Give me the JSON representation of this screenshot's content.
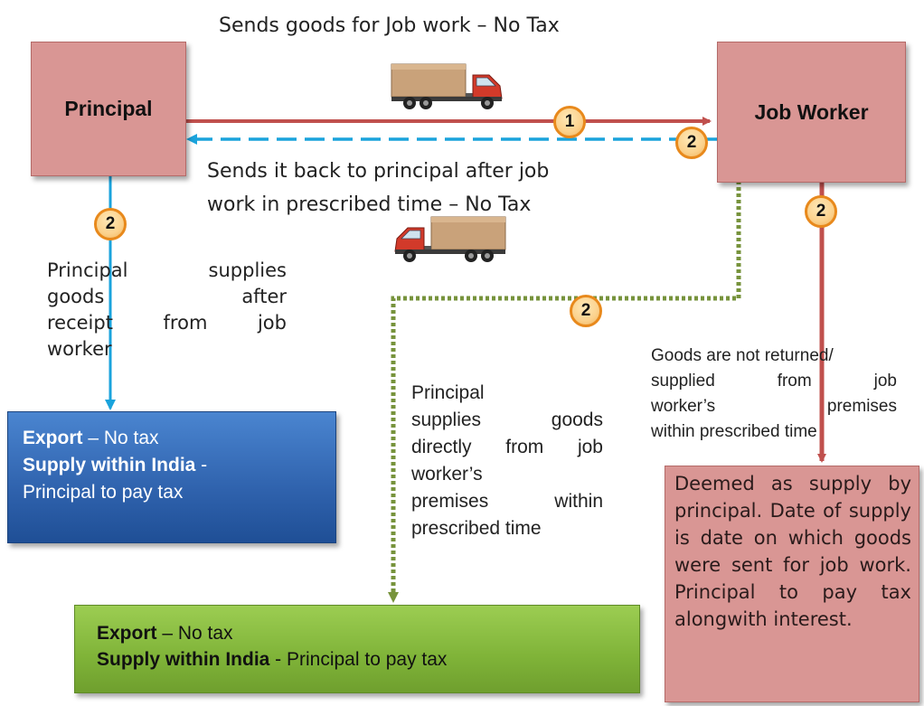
{
  "nodes": {
    "principal": "Principal",
    "job_worker": "Job Worker"
  },
  "labels": {
    "top_send": "Sends goods for Job work – No Tax",
    "send_back": [
      "Sends it back to principal after job",
      "work in prescribed time – No Tax"
    ]
  },
  "badges": {
    "b1": "1",
    "b2_return": "2",
    "b2_left": "2",
    "b2_right": "2",
    "b2_middle": "2"
  },
  "left_text": [
    "Principal supplies",
    "goods after",
    "receipt from job",
    "worker"
  ],
  "middle_text": [
    "Principal",
    "supplies goods",
    "directly from job",
    "worker’s",
    "premises within",
    "prescribed time"
  ],
  "right_text": [
    "Goods are not returned/",
    "supplied from job",
    "worker’s premises",
    "within prescribed time"
  ],
  "blue_box": {
    "line1_bold": "Export",
    "line1_rest": " – No tax",
    "line2_bold": "Supply within India",
    "line2_rest": " -",
    "line3": "Principal to pay tax"
  },
  "green_box": {
    "line1_bold": "Export",
    "line1_rest": " – No tax",
    "line2_bold": "Supply within India",
    "line2_rest": " - Principal to pay tax"
  },
  "red_box": "Deemed as supply by principal. Date of supply is date on which goods were sent for job work. Principal to pay tax alongwith interest.",
  "colors": {
    "node_fill": "#d99694",
    "red_arrow": "#c0504d",
    "blue_dashed_arrow": "#1aa3dc",
    "green_dotted_arrow": "#77933c",
    "badge_border": "#e8891c",
    "blue_box": "#2f62ad",
    "green_box": "#7fb338"
  },
  "icons": [
    "delivery-truck-icon",
    "delivery-truck-icon"
  ]
}
